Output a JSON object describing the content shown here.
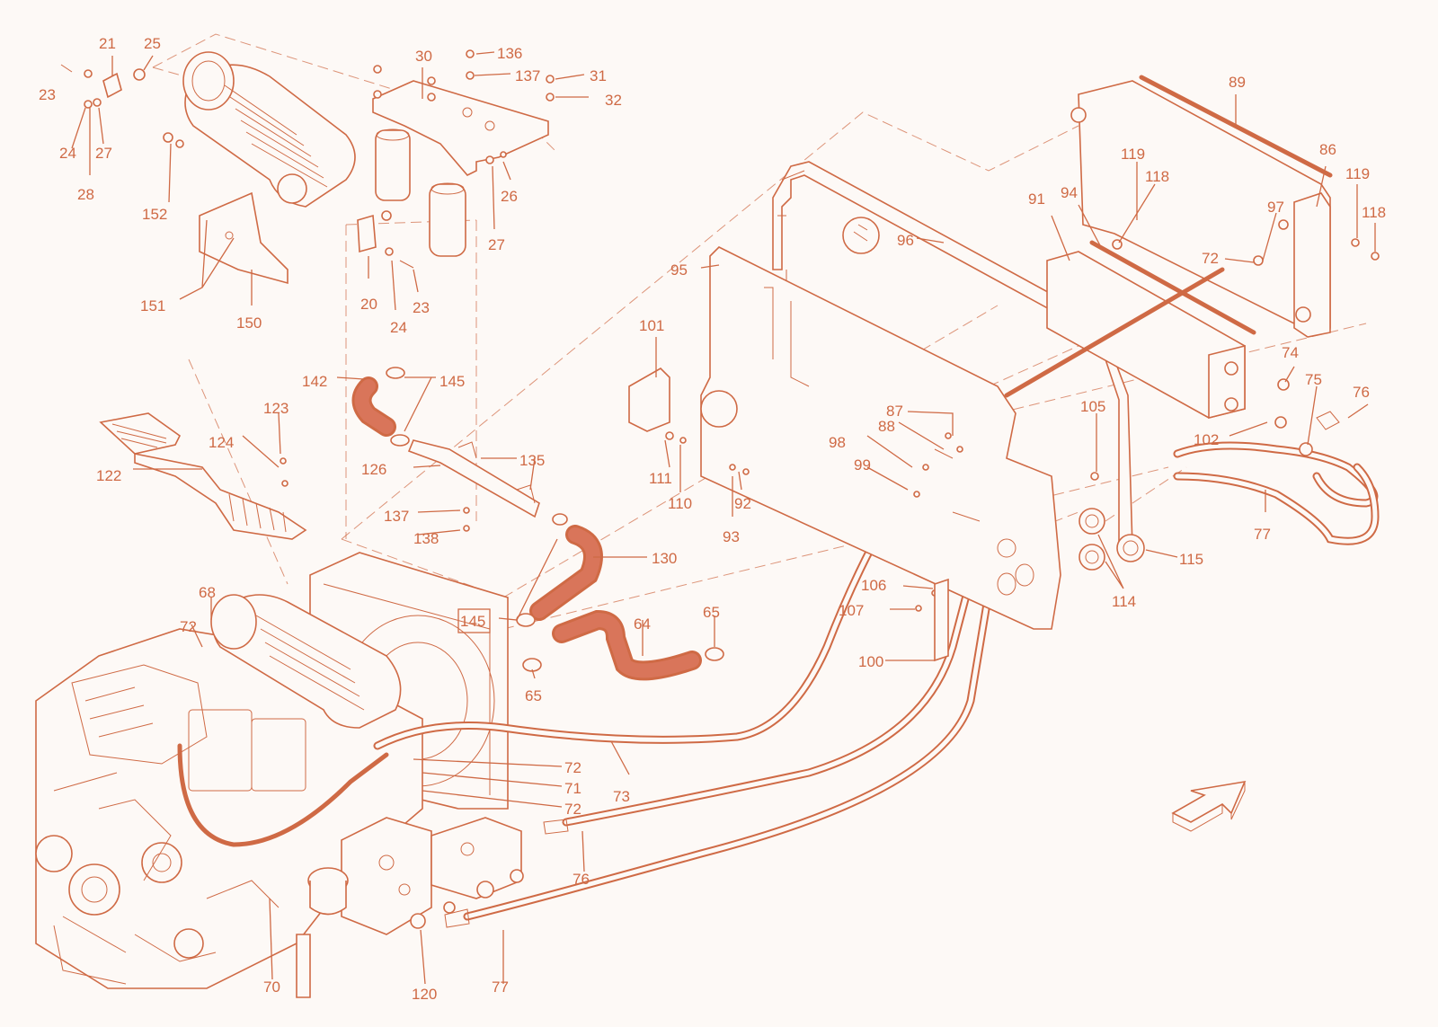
{
  "diagram": {
    "accent_color": "#cf6a45",
    "background_color": "#fdf9f6",
    "labels": [
      {
        "id": "l21",
        "text": "21"
      },
      {
        "id": "l25",
        "text": "25"
      },
      {
        "id": "l23a",
        "text": "23"
      },
      {
        "id": "l24a",
        "text": "24"
      },
      {
        "id": "l27a",
        "text": "27"
      },
      {
        "id": "l28",
        "text": "28"
      },
      {
        "id": "l152",
        "text": "152"
      },
      {
        "id": "l151",
        "text": "151"
      },
      {
        "id": "l150",
        "text": "150"
      },
      {
        "id": "l30",
        "text": "30"
      },
      {
        "id": "l136",
        "text": "136"
      },
      {
        "id": "l137a",
        "text": "137"
      },
      {
        "id": "l31",
        "text": "31"
      },
      {
        "id": "l32",
        "text": "32"
      },
      {
        "id": "l26",
        "text": "26"
      },
      {
        "id": "l27b",
        "text": "27"
      },
      {
        "id": "l20",
        "text": "20"
      },
      {
        "id": "l24b",
        "text": "24"
      },
      {
        "id": "l23b",
        "text": "23"
      },
      {
        "id": "l142",
        "text": "142"
      },
      {
        "id": "l145a",
        "text": "145"
      },
      {
        "id": "l123",
        "text": "123"
      },
      {
        "id": "l124",
        "text": "124"
      },
      {
        "id": "l122",
        "text": "122"
      },
      {
        "id": "l126",
        "text": "126"
      },
      {
        "id": "l135",
        "text": "135"
      },
      {
        "id": "l137b",
        "text": "137"
      },
      {
        "id": "l138",
        "text": "138"
      },
      {
        "id": "l130",
        "text": "130"
      },
      {
        "id": "l145b",
        "text": "145"
      },
      {
        "id": "l64",
        "text": "64"
      },
      {
        "id": "l65a",
        "text": "65"
      },
      {
        "id": "l65b",
        "text": "65"
      },
      {
        "id": "l68",
        "text": "68"
      },
      {
        "id": "l72a",
        "text": "72"
      },
      {
        "id": "l101",
        "text": "101"
      },
      {
        "id": "l111",
        "text": "111"
      },
      {
        "id": "l110",
        "text": "110"
      },
      {
        "id": "l95",
        "text": "95"
      },
      {
        "id": "l96",
        "text": "96"
      },
      {
        "id": "l87",
        "text": "87"
      },
      {
        "id": "l88",
        "text": "88"
      },
      {
        "id": "l98",
        "text": "98"
      },
      {
        "id": "l99",
        "text": "99"
      },
      {
        "id": "l92",
        "text": "92"
      },
      {
        "id": "l93",
        "text": "93"
      },
      {
        "id": "l105",
        "text": "105"
      },
      {
        "id": "l106",
        "text": "106"
      },
      {
        "id": "l107",
        "text": "107"
      },
      {
        "id": "l100",
        "text": "100"
      },
      {
        "id": "l89",
        "text": "89"
      },
      {
        "id": "l86",
        "text": "86"
      },
      {
        "id": "l119a",
        "text": "119"
      },
      {
        "id": "l118a",
        "text": "118"
      },
      {
        "id": "l91",
        "text": "91"
      },
      {
        "id": "l94",
        "text": "94"
      },
      {
        "id": "l97",
        "text": "97"
      },
      {
        "id": "l119b",
        "text": "119"
      },
      {
        "id": "l118b",
        "text": "118"
      },
      {
        "id": "l72b",
        "text": "72"
      },
      {
        "id": "l74",
        "text": "74"
      },
      {
        "id": "l75",
        "text": "75"
      },
      {
        "id": "l76a",
        "text": "76"
      },
      {
        "id": "l102",
        "text": "102"
      },
      {
        "id": "l77a",
        "text": "77"
      },
      {
        "id": "l115",
        "text": "115"
      },
      {
        "id": "l114",
        "text": "114"
      },
      {
        "id": "l72c",
        "text": "72"
      },
      {
        "id": "l71",
        "text": "71"
      },
      {
        "id": "l72d",
        "text": "72"
      },
      {
        "id": "l73",
        "text": "73"
      },
      {
        "id": "l76b",
        "text": "76"
      },
      {
        "id": "l77b",
        "text": "77"
      },
      {
        "id": "l120",
        "text": "120"
      },
      {
        "id": "l70",
        "text": "70"
      }
    ]
  }
}
